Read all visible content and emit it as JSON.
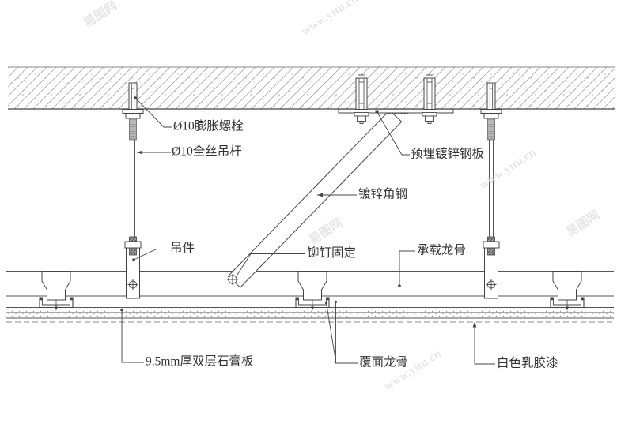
{
  "drawing": {
    "type": "ceiling-suspension-detail-section",
    "labels": {
      "expansion_bolt": "Ø10膨胀螺栓",
      "hanger_rod": "Ø10全丝吊杆",
      "embedded_plate": "预埋镀锌钢板",
      "angle_steel": "镀锌角钢",
      "hanger": "吊件",
      "rivet_fix": "铆钉固定",
      "carrier_keel": "承载龙骨",
      "gypsum_board": "9.5mm厚双层石膏板",
      "furring_keel": "覆面龙骨",
      "paint": "白色乳胶漆"
    },
    "colors": {
      "line": "#444444",
      "hatch": "#a8a8a8",
      "speck": "#b5b5b5",
      "thread_light": "#b8b8b8",
      "thread_dark": "#9a9a9a",
      "watermark": "#dedede",
      "background": "#ffffff"
    }
  },
  "watermark": {
    "site": "易图网",
    "url": "www.yitu.cn"
  }
}
